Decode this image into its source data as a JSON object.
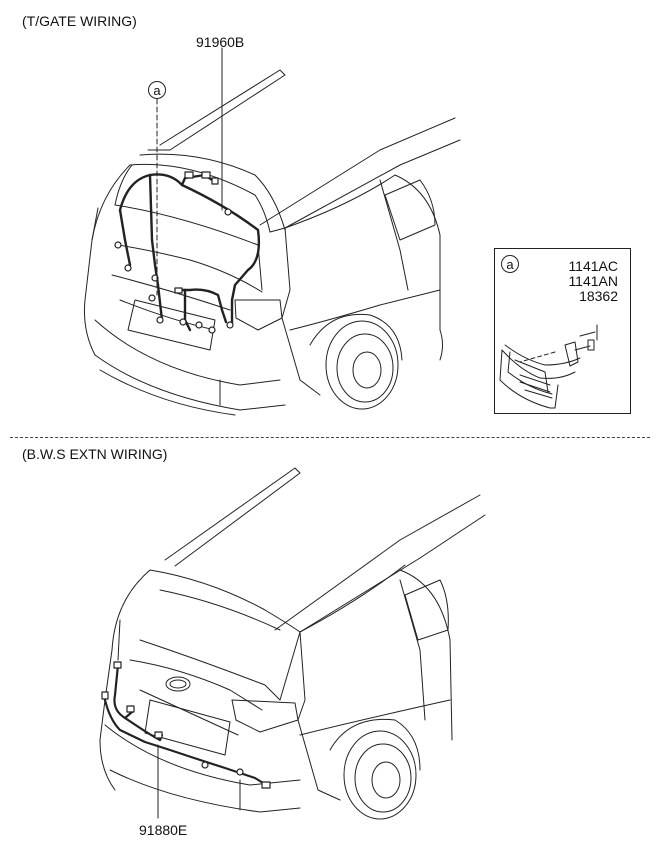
{
  "sections": {
    "tgate_title": "(T/GATE WIRING)",
    "bws_title": "(B.W.S EXTN WIRING)"
  },
  "parts": {
    "tgate_harness": "91960B",
    "bws_harness": "91880E"
  },
  "callout": {
    "letter": "a"
  },
  "detail": {
    "letter": "a",
    "part_numbers": [
      "1141AC",
      "1141AN",
      "18362"
    ]
  }
}
